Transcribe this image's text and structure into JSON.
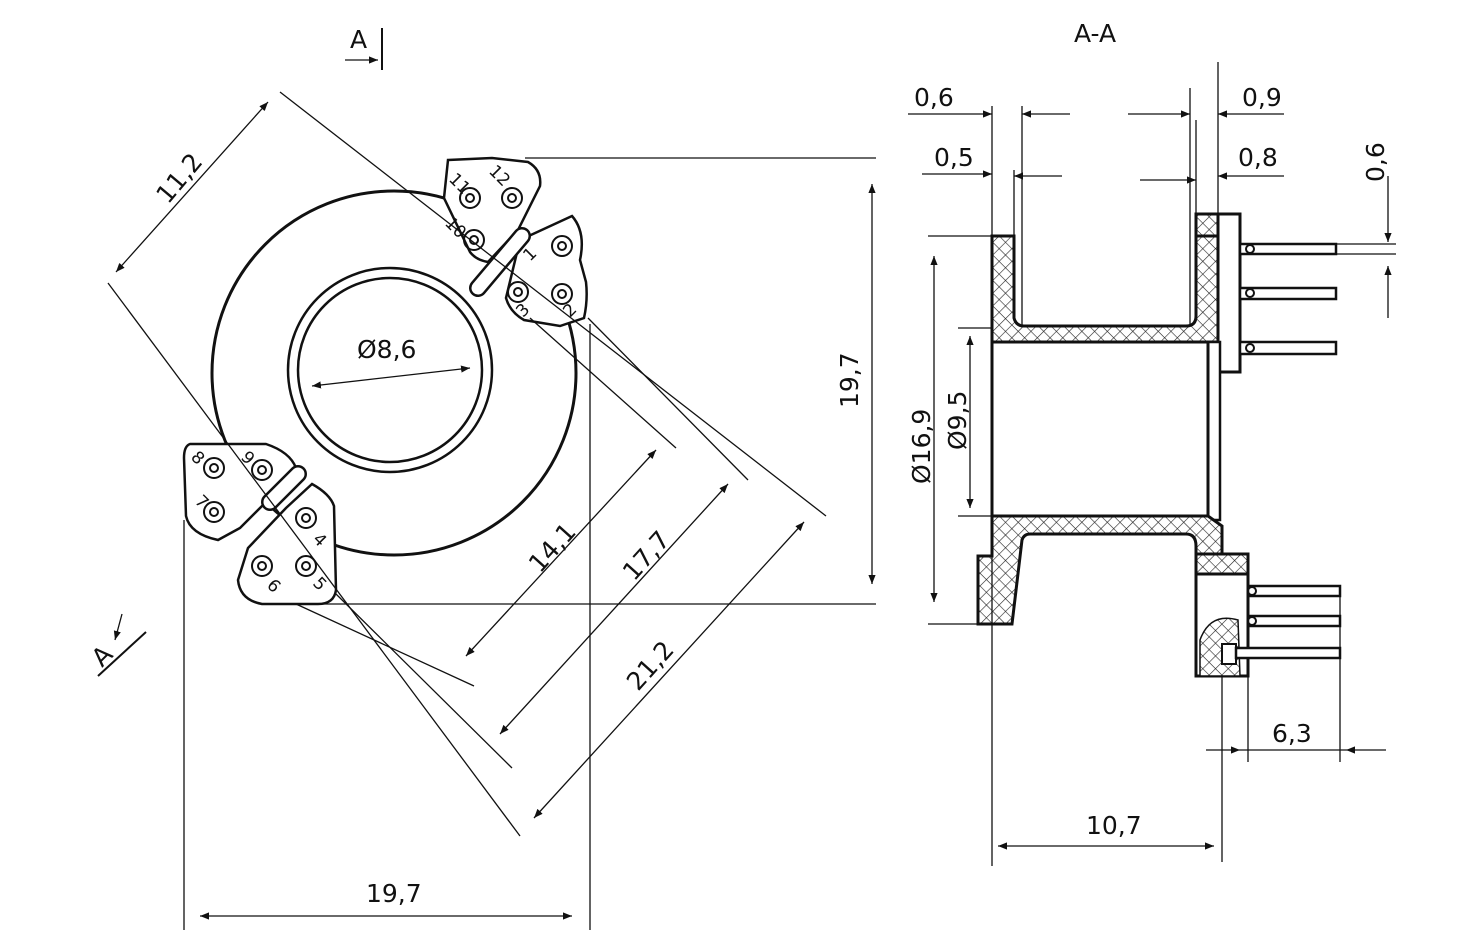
{
  "sections": {
    "section_marker": "A",
    "section_title": "A-A"
  },
  "front_view": {
    "dim_11_2": "11,2",
    "dim_8_6": "Ø8,6",
    "dim_19_7_vertical": "19,7",
    "dim_14_1": "14,1",
    "dim_17_7": "17,7",
    "dim_21_2": "21,2",
    "dim_19_7_horizontal": "19,7",
    "pins": [
      "1",
      "2",
      "3",
      "4",
      "5",
      "6",
      "7",
      "8",
      "9",
      "10",
      "11",
      "12"
    ]
  },
  "section_view": {
    "dim_0_6_left": "0,6",
    "dim_0_5": "0,5",
    "dim_0_9": "0,9",
    "dim_0_8": "0,8",
    "dim_0_6_right": "0,6",
    "dim_16_9": "Ø16,9",
    "dim_9_5": "Ø9,5",
    "dim_6_3": "6,3",
    "dim_10_7": "10,7"
  },
  "colors": {
    "line": "#111111",
    "background": "#ffffff"
  }
}
